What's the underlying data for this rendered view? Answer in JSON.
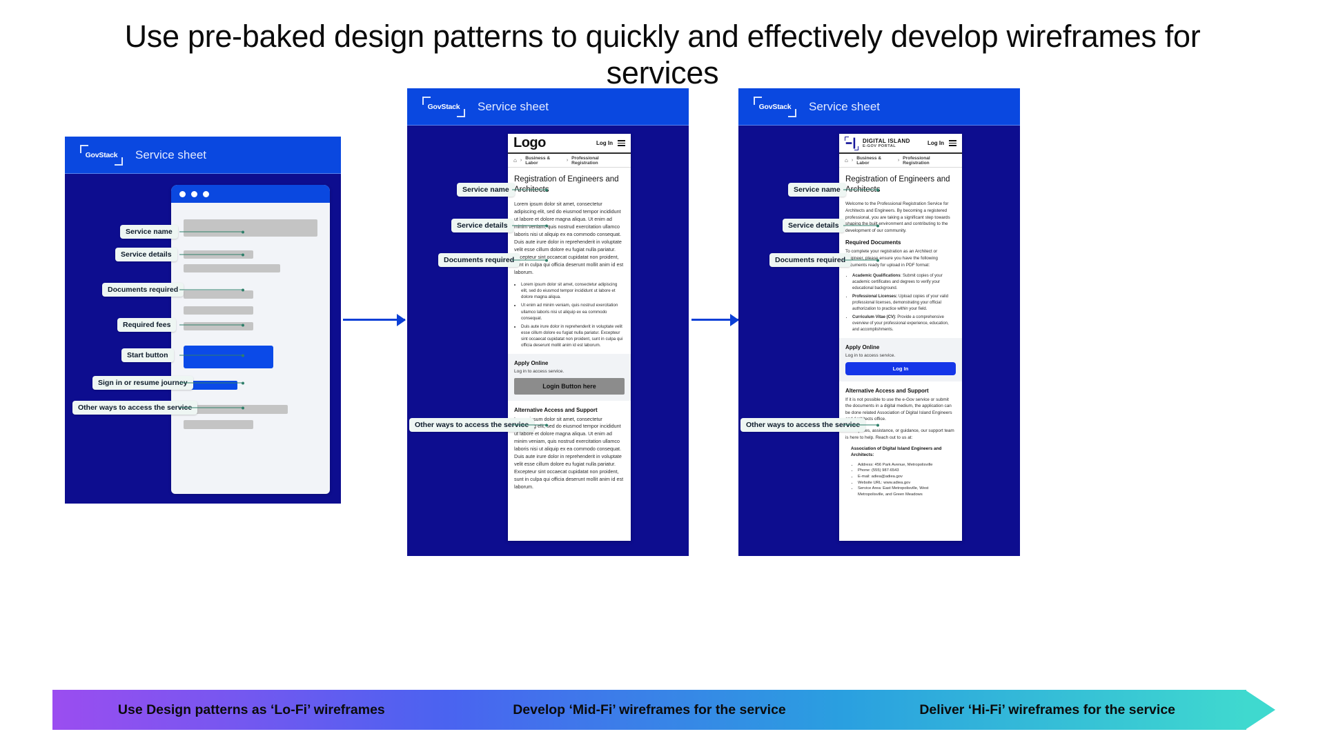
{
  "slide": {
    "title": "Use pre-baked design patterns to quickly and effectively develop wireframes for services"
  },
  "colors": {
    "brand_blue": "#0a48e0",
    "panel_navy": "#0d0d8f",
    "accent_button": "#1536e8",
    "callout_bg": "#eef6f3",
    "leader_line": "#2f7f6a",
    "arrow": "#0b3fd6",
    "placeholder_gray": "#c4c4c4"
  },
  "panels": {
    "lofi": {
      "topbar": {
        "logo_text": "GovStack",
        "title": "Service sheet"
      },
      "callouts": [
        "Service name",
        "Service details",
        "Documents required",
        "Required fees",
        "Start button",
        "Sign in or resume journey",
        "Other ways to access the service"
      ]
    },
    "midfi": {
      "topbar": {
        "logo_text": "GovStack",
        "title": "Service sheet"
      },
      "callouts": [
        "Service name",
        "Service details",
        "Documents required",
        "Other ways to access the service"
      ],
      "site": {
        "logo_word": "Logo",
        "login_label": "Log In",
        "breadcrumb": {
          "home_icon": "home-icon",
          "items": [
            "Business & Labor",
            "Professional Registration"
          ],
          "separator": "›"
        },
        "page_heading": "Registration of Engineers and Architects",
        "intro": "Lorem ipsum dolor sit amet, consectetur adipiscing elit, sed do eiusmod tempor incididunt ut labore et dolore magna aliqua. Ut enim ad minim veniam, quis nostrud exercitation ullamco laboris nisi ut aliquip ex ea commodo consequat. Duis aute irure dolor in reprehenderit in voluptate velit esse cillum dolore eu fugiat nulla pariatur. Excepteur sint occaecat cupidatat non proident, sunt in culpa qui officia deserunt mollit anim id est laborum.",
        "bullets": [
          "Lorem ipsum dolor sit amet, consectetur adipiscing elit, sed do eiusmod tempor incididunt ut labore et dolore magna aliqua.",
          "Ut enim ad minim veniam, quis nostrud exercitation ullamco laboris nisi ut aliquip ex ea commodo consequat.",
          "Duis aute irure dolor in reprehenderit in voluptate velit esse cillum dolore eu fugiat nulla pariatur. Excepteur sint occaecat cupidatat non proident, sunt in culpa qui officia deserunt mollit anim id est laborum."
        ],
        "apply_title": "Apply Online",
        "apply_sub": "Log in to access service.",
        "apply_button": "Login Button here",
        "alt_title": "Alternative Access and Support",
        "alt_body": "Lorem ipsum dolor sit amet, consectetur adipiscing elit, sed do eiusmod tempor incididunt ut labore et dolore magna aliqua. Ut enim ad minim veniam, quis nostrud exercitation ullamco laboris nisi ut aliquip ex ea commodo consequat. Duis aute irure dolor in reprehenderit in voluptate velit esse cillum dolore eu fugiat nulla pariatur. Excepteur sint occaecat cupidatat non proident, sunt in culpa qui officia deserunt mollit anim id est laborum."
      }
    },
    "hifi": {
      "topbar": {
        "logo_text": "GovStack",
        "title": "Service sheet"
      },
      "callouts": [
        "Service name",
        "Service details",
        "Documents required",
        "Other ways to access the service"
      ],
      "site": {
        "brand_name": "DIGITAL ISLAND",
        "brand_sub": "E-GOV PORTAL",
        "login_label": "Log In",
        "breadcrumb": {
          "home_icon": "home-icon",
          "items": [
            "Business & Labor",
            "Professional Registration"
          ],
          "separator": "›"
        },
        "page_heading": "Registration of Engineers and Architects",
        "intro": "Welcome to the Professional Registration Service for Architects and Engineers. By becoming a registered professional, you are taking a significant step towards shaping the built environment and contributing to the development of our community.",
        "docs_title": "Required Documents",
        "docs_intro": "To complete your registration as an Architect or Engineer, please ensure you have the following documents ready for upload in PDF format:",
        "docs_bullets": [
          {
            "label": "Academic Qualifications",
            "text": ": Submit copies of your academic certificates and degrees to verify your educational background."
          },
          {
            "label": "Professional Licenses:",
            "text": " Upload copies of your valid professional licenses, demonstrating your official authorization to practice within your field."
          },
          {
            "label": "Curriculum Vitae (CV)",
            "text": ": Provide a comprehensive overview of your professional experience, education, and accomplishments."
          }
        ],
        "apply_title": "Apply Online",
        "apply_sub": "Log in to access service.",
        "apply_button": "Log In",
        "alt_title": "Alternative Access and Support",
        "alt_body_1": "If it is not possible to use the e-Gov service or submit the documents in a digital medium, the application can be done related Association of Digital Island Engineers and Architects office.",
        "alt_body_2": "For inquiries, assistance, or guidance, our support team is here to help. Reach out to us at:",
        "contact_title": "Association of Digital Island Engineers and Architects:",
        "contact_items": [
          "Address: 456 Park Avenue, Metropolisville",
          "Phone: (555) 987-6543",
          "E-mail: adiea@adiea.gov",
          "Website URL: www.adiea.gov",
          "Service Area: East Metropolisville, West Metropolisville, and Green Meadows"
        ]
      }
    }
  },
  "banner": {
    "segments": [
      "Use Design patterns as ‘Lo-Fi’ wireframes",
      "Develop ‘Mid-Fi’ wireframes for the service",
      "Deliver ‘Hi-Fi’ wireframes for the service"
    ]
  }
}
